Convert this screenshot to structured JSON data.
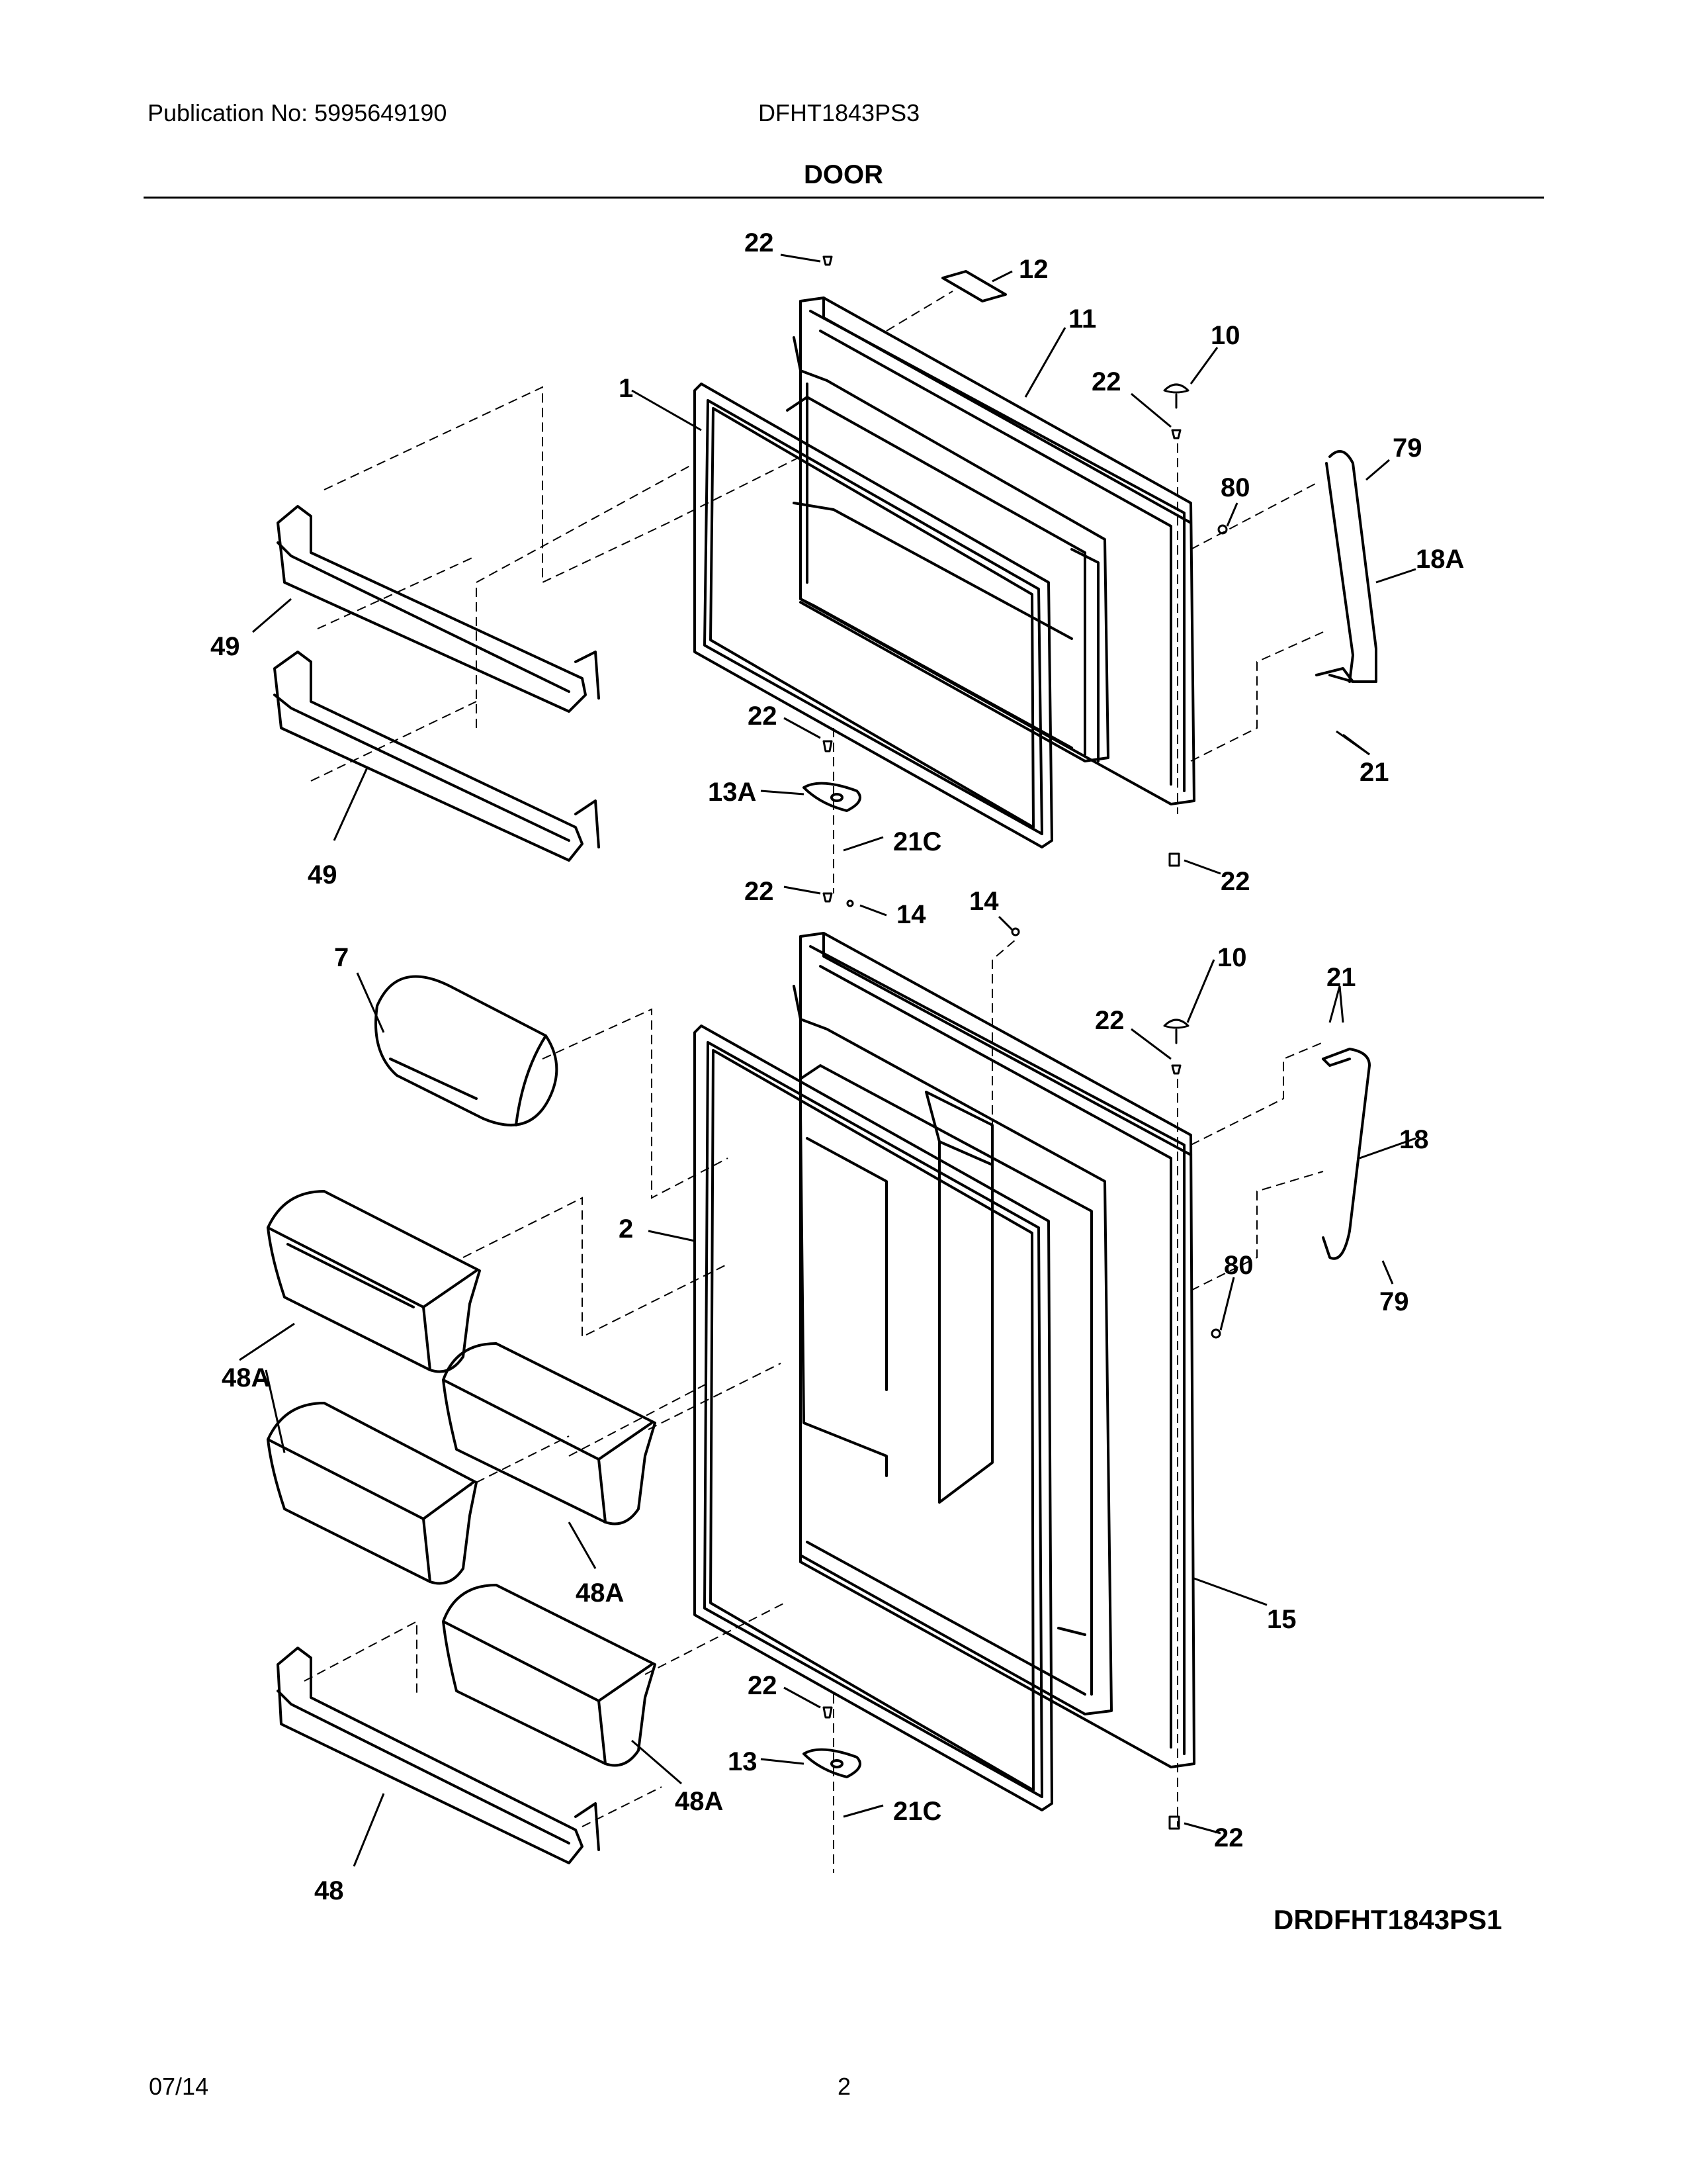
{
  "header": {
    "publication": "Publication No: 5995649190",
    "model": "DFHT1843PS3",
    "section_title": "DOOR"
  },
  "diagram": {
    "code": "DRDFHT1843PS1",
    "callouts": {
      "c22_top": "22",
      "c12": "12",
      "c11": "11",
      "c10_top": "10",
      "c22_hinge_top": "22",
      "c79_top": "79",
      "c80_top": "80",
      "c18A": "18A",
      "c1": "1",
      "c49_top": "49",
      "c49_bot": "49",
      "c22_mid_left": "22",
      "c13A": "13A",
      "c21C_top": "21C",
      "c21_top": "21",
      "c22_mid_right": "22",
      "c22_low_top": "22",
      "c14_left": "14",
      "c14_right": "14",
      "c10_low": "10",
      "c22_low_hinge": "22",
      "c21_low": "21",
      "c7": "7",
      "c18": "18",
      "c2": "2",
      "c80_low": "80",
      "c79_low": "79",
      "c48A_top": "48A",
      "c48A_mid": "48A",
      "c15": "15",
      "c22_bot_left": "22",
      "c13": "13",
      "c48A_bot": "48A",
      "c21C_bot": "21C",
      "c22_bot_right": "22",
      "c48": "48"
    }
  },
  "footer": {
    "date": "07/14",
    "page": "2"
  }
}
